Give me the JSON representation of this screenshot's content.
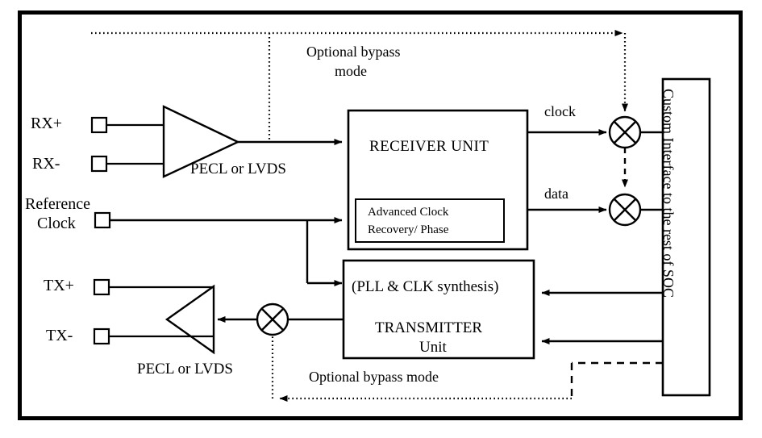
{
  "diagram": {
    "title": "SerDes transceiver block diagram",
    "border_color": "#000000",
    "background": "#ffffff"
  },
  "ports": {
    "rx_plus": "RX+",
    "rx_minus": "RX-",
    "reference_clock_line1": "Reference",
    "reference_clock_line2": "Clock",
    "tx_plus": "TX+",
    "tx_minus": "TX-"
  },
  "buffers": {
    "rx_buffer_label": "PECL or LVDS",
    "tx_buffer_label": "PECL or LVDS"
  },
  "blocks": {
    "receiver": {
      "title": "RECEIVER UNIT",
      "inner": {
        "line1": "Advanced Clock",
        "line2": "Recovery/ Phase"
      }
    },
    "transmitter": {
      "pll_label": "(PLL & CLK synthesis)",
      "title_line1": "TRANSMITTER",
      "title_line2": "Unit"
    },
    "custom_interface": {
      "label": "Custom Interface to the rest of SOC"
    }
  },
  "signals": {
    "clock": "clock",
    "data": "data"
  },
  "bypass": {
    "top_line1": "Optional bypass",
    "top_line2": "mode",
    "bottom": "Optional bypass mode"
  }
}
